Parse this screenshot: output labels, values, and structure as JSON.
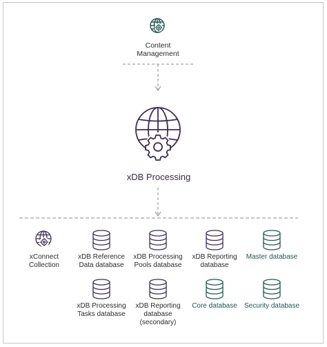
{
  "top": {
    "label": "Content\nManagement"
  },
  "center": {
    "label": "xDB Processing"
  },
  "items": [
    {
      "label": "xConnect\nCollection",
      "icon": "globe-gear-icon",
      "accent": "dark"
    },
    {
      "label": "xDB Reference\nData database",
      "icon": "database-icon",
      "accent": "dark"
    },
    {
      "label": "xDB Processing\nPools database",
      "icon": "database-icon",
      "accent": "dark"
    },
    {
      "label": "xDB Reporting\ndatabase",
      "icon": "database-icon",
      "accent": "dark"
    },
    {
      "label": "Master database",
      "icon": "database-icon",
      "accent": "teal"
    },
    {
      "label": "xDB Processing\nTasks database",
      "icon": "database-icon",
      "accent": "dark"
    },
    {
      "label": "xDB Reporting\ndatabase\n(secondary)",
      "icon": "database-icon",
      "accent": "dark"
    },
    {
      "label": "Core database",
      "icon": "database-icon",
      "accent": "teal"
    },
    {
      "label": "Security database",
      "icon": "database-icon",
      "accent": "teal"
    }
  ],
  "colors": {
    "purple": "#3f2b55",
    "teal": "#1c5a55",
    "line": "#8c8c8c"
  }
}
